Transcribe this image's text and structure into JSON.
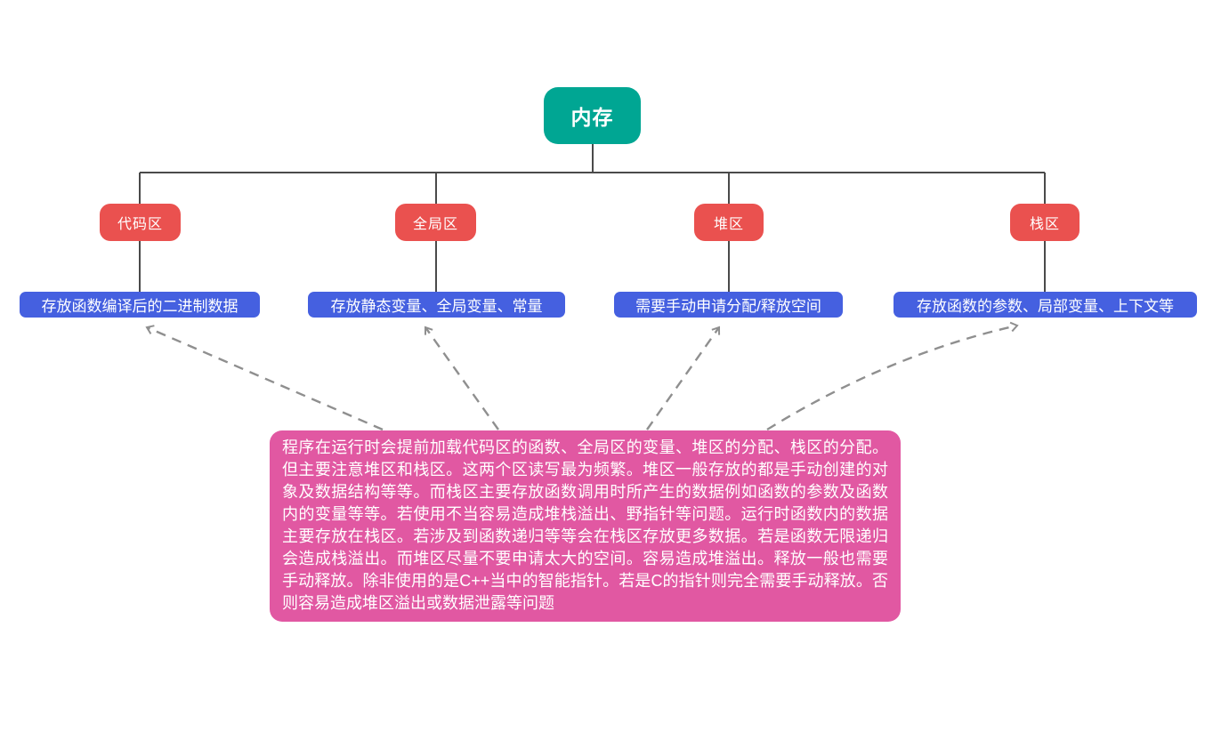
{
  "diagram": {
    "root": {
      "label": "内存"
    },
    "branches": [
      {
        "label": "代码区",
        "desc": "存放函数编译后的二进制数据"
      },
      {
        "label": "全局区",
        "desc": "存放静态变量、全局变量、常量"
      },
      {
        "label": "堆区",
        "desc": "需要手动申请分配/释放空间"
      },
      {
        "label": "栈区",
        "desc": "存放函数的参数、局部变量、上下文等"
      }
    ],
    "note": "程序在运行时会提前加载代码区的函数、全局区的变量、堆区的分配、栈区的分配。但主要注意堆区和栈区。这两个区读写最为频繁。堆区一般存放的都是手动创建的对象及数据结构等等。而栈区主要存放函数调用时所产生的数据例如函数的参数及函数内的变量等等。若使用不当容易造成堆栈溢出、野指针等问题。运行时函数内的数据主要存放在栈区。若涉及到函数递归等等会在栈区存放更多数据。若是函数无限递归会造成栈溢出。而堆区尽量不要申请太大的空间。容易造成堆溢出。释放一般也需要手动释放。除非使用的是C++当中的智能指针。若是C的指针则完全需要手动释放。否则容易造成堆区溢出或数据泄露等问题"
  },
  "colors": {
    "root_node": "#00A693",
    "branch_node": "#EA514F",
    "desc_label": "#4560E0",
    "note_box": "#E158A2",
    "connector_line": "#4A4A4A",
    "dashed_arrow": "#8F8F8F"
  }
}
